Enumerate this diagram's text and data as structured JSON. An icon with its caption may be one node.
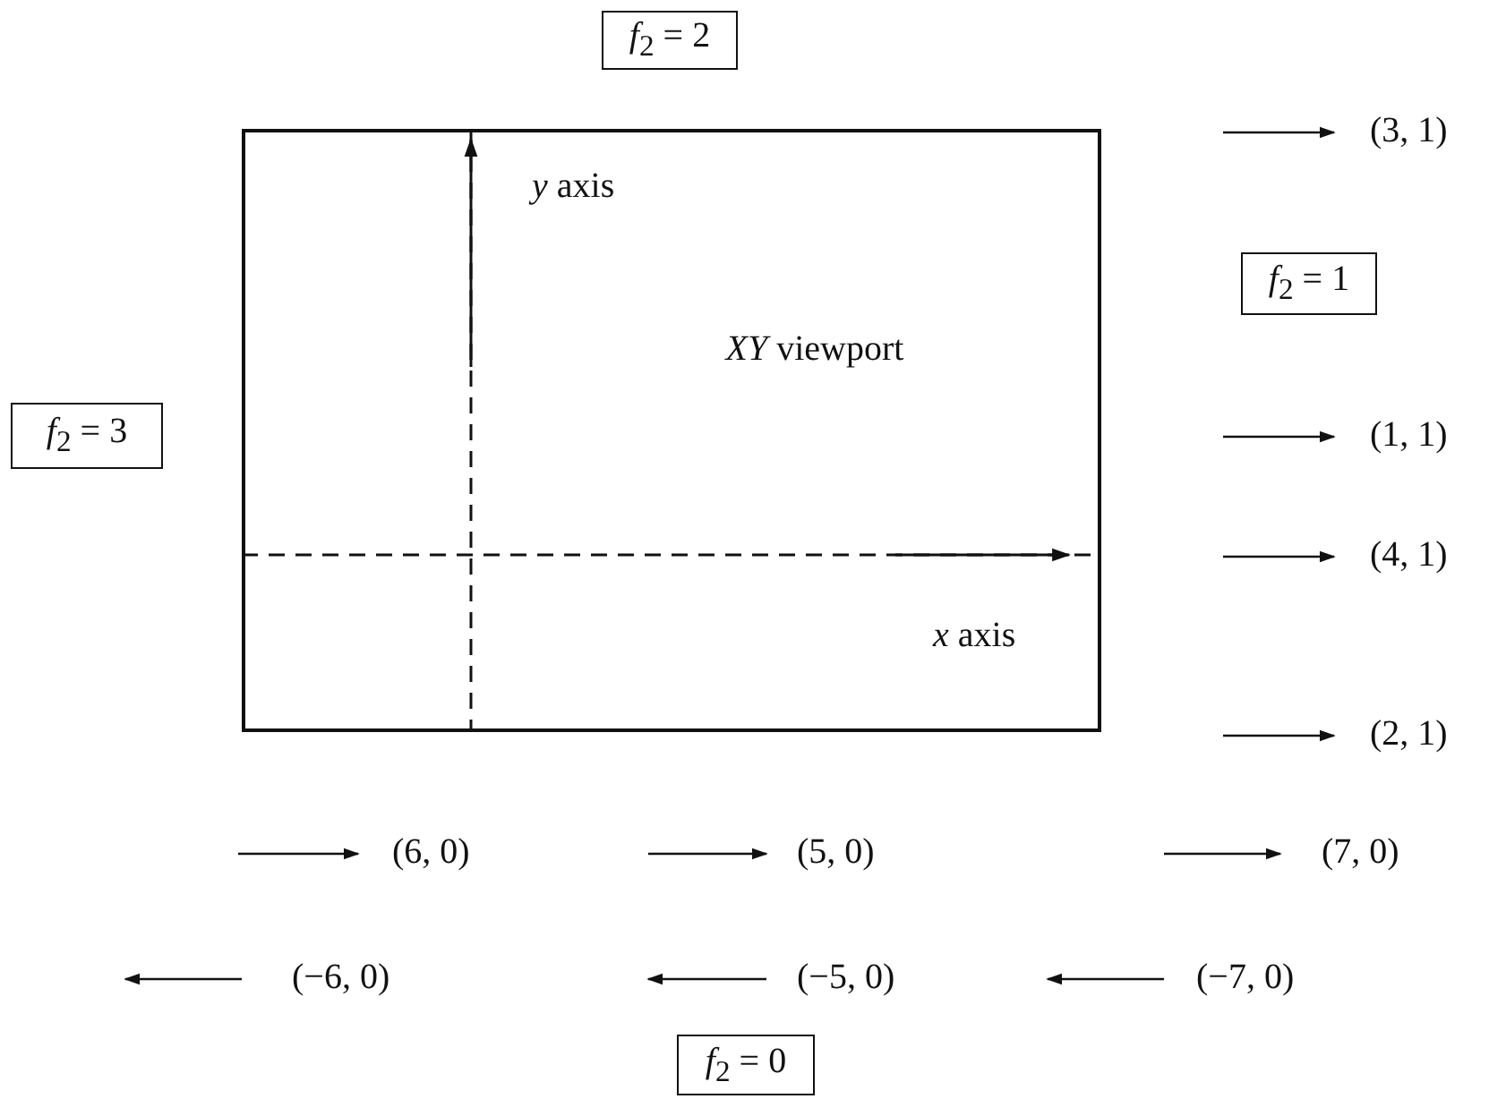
{
  "diagram": {
    "nodes": [
      {
        "text": [
          "*f*$_{2}$ = 2"
        ]
      },
      {
        "text": [
          "*XY* viewport"
        ]
      },
      {
        "text": [
          "*f*$_{2}$ = 1"
        ]
      },
      {
        "text": [
          "*f*$_{2}$ = 3"
        ]
      },
      {
        "text": [
          "*f*$_{2}$ = 0"
        ]
      }
    ],
    "edges": [],
    "labels": [
      "*y* axis",
      "*x* axis",
      "(3, 1)",
      "(1, 1)",
      "(4, 1)",
      "(2, 1)",
      "(6, 0)",
      "(5, 0)",
      "(7, 0)",
      "(−6, 0)",
      "(−5, 0)",
      "(−7, 0)"
    ]
  }
}
